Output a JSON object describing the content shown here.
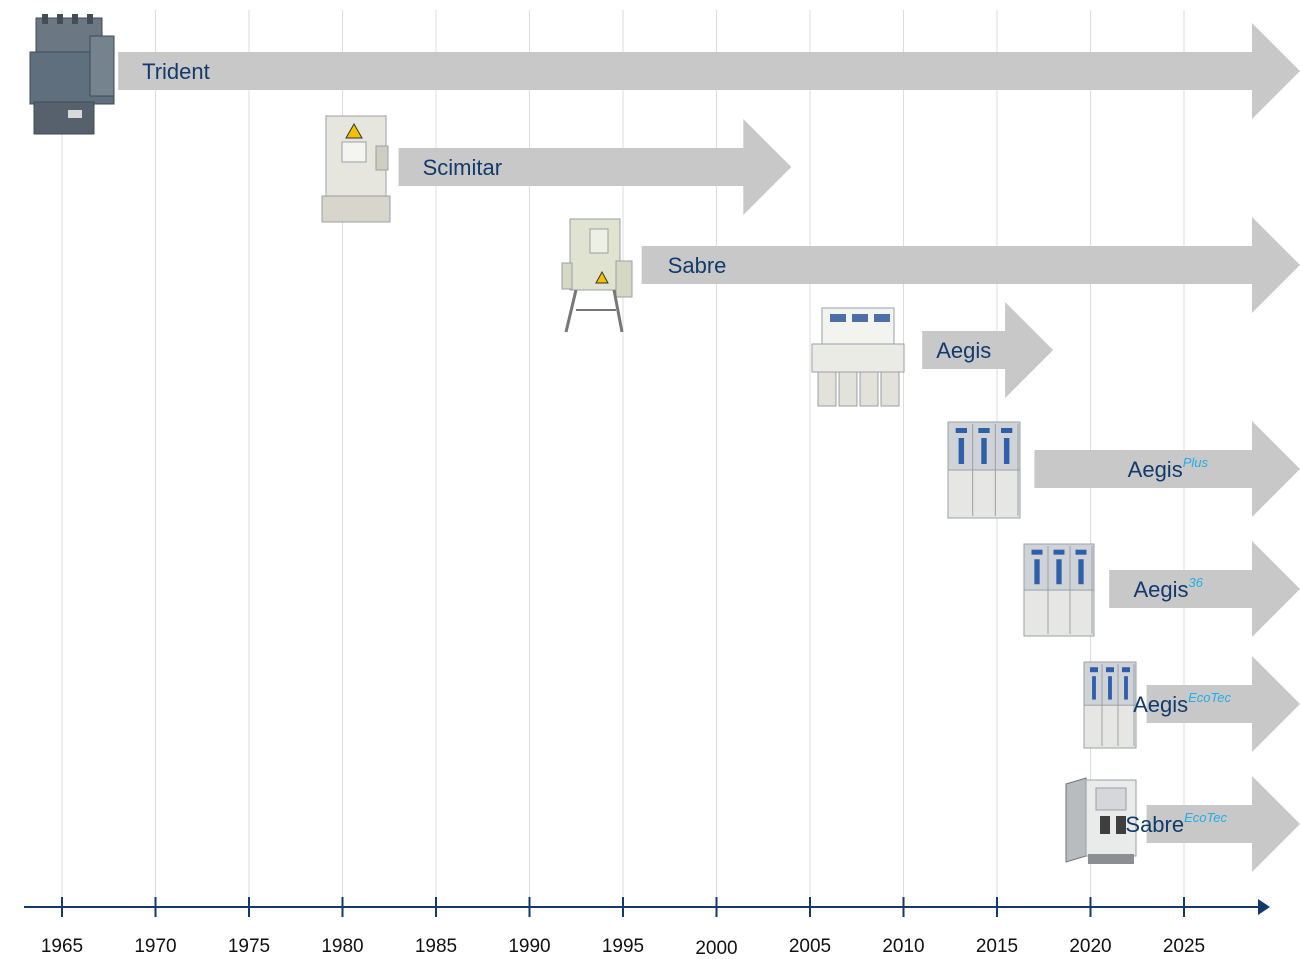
{
  "axis": {
    "years": [
      "1965",
      "1970",
      "1975",
      "1980",
      "1985",
      "1990",
      "1995",
      "2000",
      "2005",
      "2010",
      "2015",
      "2020",
      "2025"
    ],
    "color": "#123a6b"
  },
  "colors": {
    "arrow": "#c8c8c8",
    "label": "#123a6b",
    "superscript": "#22aee6",
    "gridline": "#dcdcdc"
  },
  "products": [
    {
      "id": "trident",
      "name": "Trident",
      "suffix": "",
      "start_year": 1968,
      "end_year": null,
      "continues": true,
      "icon": "pole-mounted-transformer-icon"
    },
    {
      "id": "scimitar",
      "name": "Scimitar",
      "suffix": "",
      "start_year": 1983,
      "end_year": 2004,
      "continues": false,
      "icon": "ground-transformer-cabinet-icon"
    },
    {
      "id": "sabre",
      "name": "Sabre",
      "suffix": "",
      "start_year": 1996,
      "end_year": null,
      "continues": true,
      "icon": "pole-switch-cabinet-icon"
    },
    {
      "id": "aegis",
      "name": "Aegis",
      "suffix": "",
      "start_year": 2011,
      "end_year": 2018,
      "continues": false,
      "icon": "ring-main-unit-icon"
    },
    {
      "id": "aegis-plus",
      "name": "Aegis",
      "suffix": "Plus",
      "start_year": 2017,
      "end_year": null,
      "continues": true,
      "icon": "switchgear-panel-icon"
    },
    {
      "id": "aegis-36",
      "name": "Aegis",
      "suffix": "36",
      "start_year": 2021,
      "end_year": null,
      "continues": true,
      "icon": "switchgear-panel-icon"
    },
    {
      "id": "aegis-ecotec",
      "name": "Aegis",
      "suffix": "EcoTec",
      "start_year": 2023,
      "end_year": null,
      "continues": true,
      "icon": "switchgear-panel-icon"
    },
    {
      "id": "sabre-ecotec",
      "name": "Sabre",
      "suffix": "EcoTec",
      "start_year": 2023,
      "end_year": null,
      "continues": true,
      "icon": "open-cabinet-icon"
    }
  ]
}
